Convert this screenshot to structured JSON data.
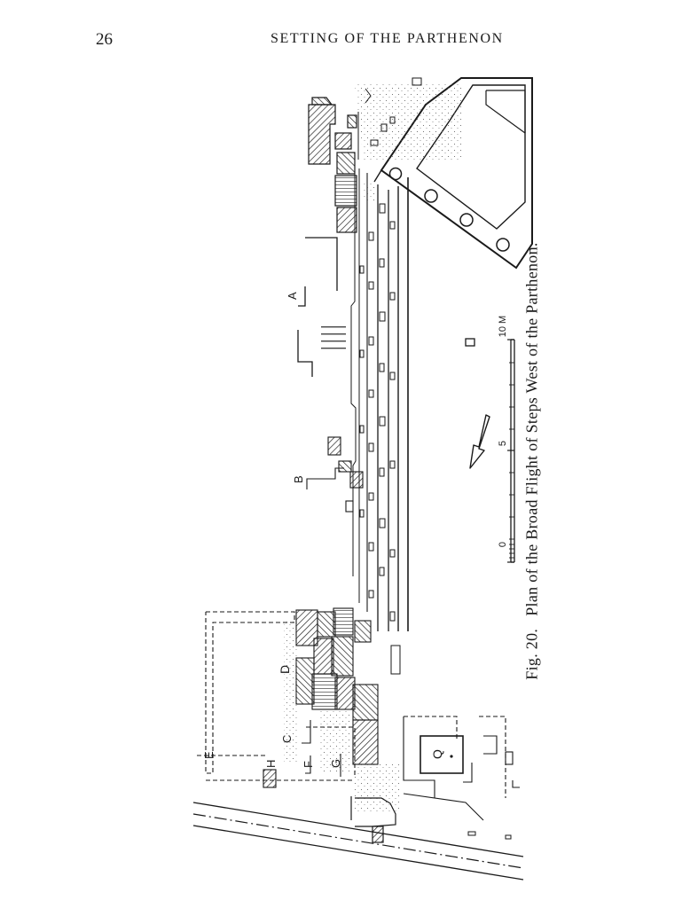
{
  "page": {
    "number": "26",
    "running_head": "SETTING OF THE PARTHENON"
  },
  "figure": {
    "caption_label": "Fig. 20.",
    "caption_text": "Plan of the Broad Flight of Steps West of the Parthenon.",
    "labels": {
      "A": "A",
      "B": "B",
      "C": "C",
      "D": "D",
      "E": "E",
      "F": "F",
      "G": "G",
      "H": "H",
      "Q": "Q"
    },
    "scale_bar": {
      "ticks": [
        "0",
        "5",
        "10 M"
      ]
    },
    "north_arrow_icon": "arrow-down-left-icon"
  }
}
